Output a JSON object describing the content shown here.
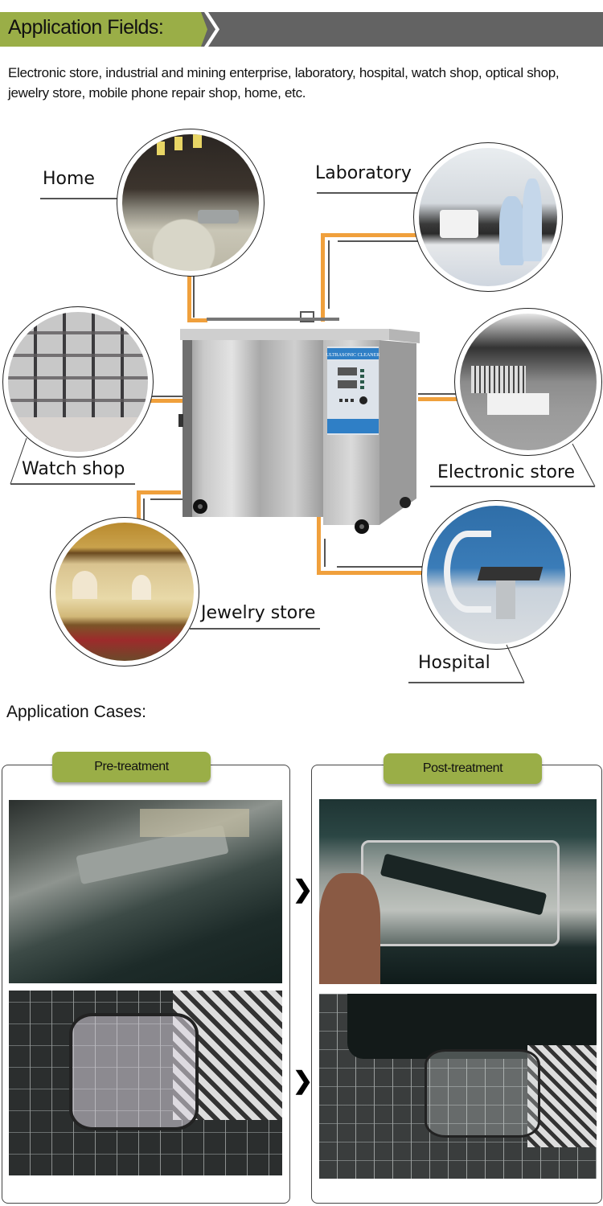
{
  "header": {
    "title": "Application Fields:",
    "accent_color": "#9aae47",
    "bar_color": "#636363"
  },
  "intro_text": "Electronic store, industrial and mining enterprise, laboratory, hospital, watch shop, optical shop, jewelry store, mobile phone repair shop, home, etc.",
  "diagram": {
    "center_product": {
      "panel_label": "ULTRASONIC CLEANER",
      "image": "stainless-steel-ultrasonic-cleaner"
    },
    "connector_color": "#f0a03c",
    "fields": [
      {
        "label": "Home",
        "image": "kitchen-photo"
      },
      {
        "label": "Laboratory",
        "image": "laboratory-photo"
      },
      {
        "label": "Watch shop",
        "image": "watch-shop-photo"
      },
      {
        "label": "Electronic store",
        "image": "electronic-store-photo"
      },
      {
        "label": "Jewelry store",
        "image": "jewelry-store-photo"
      },
      {
        "label": "Hospital",
        "image": "hospital-photo"
      }
    ]
  },
  "cases": {
    "title": "Application Cases:",
    "pre": {
      "label": "Pre-treatment",
      "images": [
        "dirty-watch-band-photo",
        "dirty-glasses-photo"
      ]
    },
    "post": {
      "label": "Post-treatment",
      "images": [
        "clean-watch-band-photo",
        "clean-glasses-photo"
      ]
    },
    "arrow_glyph": "❯"
  }
}
